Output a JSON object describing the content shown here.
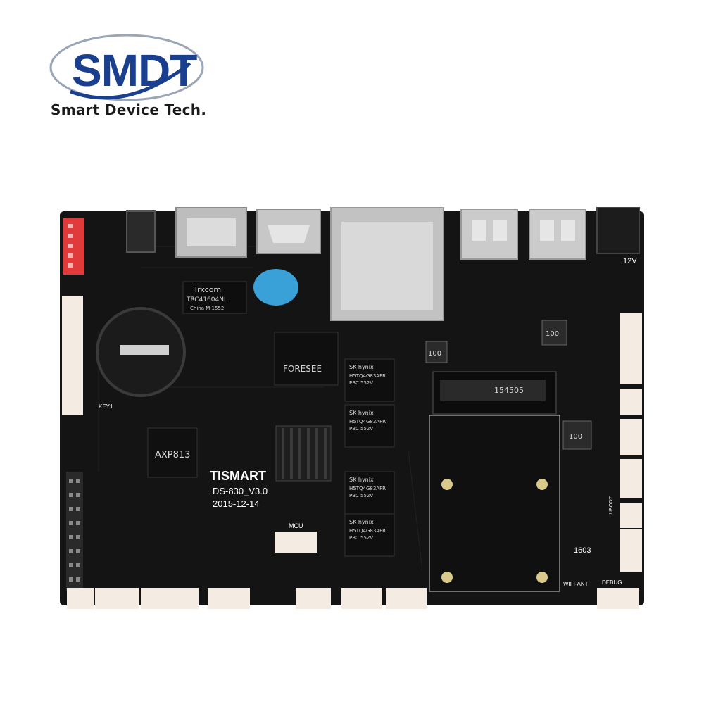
{
  "logo": {
    "wordmark": "SMDT",
    "tagline": "Smart Device Tech."
  },
  "board": {
    "brand": "TISMART",
    "model": "DS-830_V3.0",
    "date": "2015-12-14",
    "pmic": "AXP813",
    "lan_transformer": {
      "line1": "Trxcom",
      "line2": "TRC41604NL",
      "line3": "China M 1552"
    },
    "emmc": "FORESEE",
    "ram_brand": "SK hynix",
    "ram_part": "H5TQ4G83AFR",
    "ram_grade": "PBC 552V",
    "inductor_marking": "100",
    "pcie_marking": "154505",
    "corner_marking": "1603",
    "labels": {
      "power": "12V",
      "mcu": "MCU",
      "wifi": "WIFI-ANT",
      "debug": "DEBUG",
      "key": "KEY1",
      "uboot": "UBOOT"
    }
  },
  "colors": {
    "brand_blue": "#1a3f8f",
    "pcb": "#141414",
    "silkscreen": "#ffffff",
    "connector": "#f4ece2",
    "red_header": "#e03a3a",
    "capacitor": "#3aa0d8",
    "metal": "#c9c9c9"
  }
}
